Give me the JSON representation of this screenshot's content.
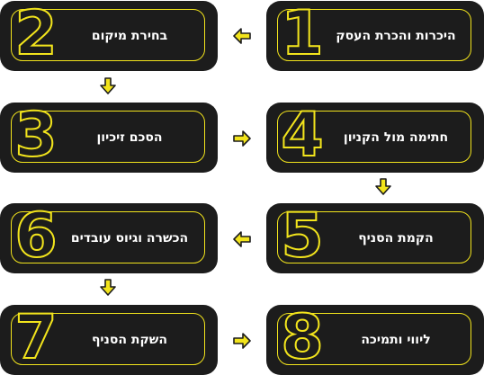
{
  "colors": {
    "card_bg": "#1c1c1c",
    "accent": "#f2e41c",
    "label": "#ffffff"
  },
  "steps": [
    {
      "number": "1",
      "label": "היכרות והכרת העסק"
    },
    {
      "number": "2",
      "label": "בחירת מיקום"
    },
    {
      "number": "3",
      "label": "הסכם זיכיון"
    },
    {
      "number": "4",
      "label": "חתימה מול הקניון"
    },
    {
      "number": "5",
      "label": "הקמת הסניף"
    },
    {
      "number": "6",
      "label": "הכשרה וגיוס עובדים"
    },
    {
      "number": "7",
      "label": "השקת הסניף"
    },
    {
      "number": "8",
      "label": "ליווי ותמיכה"
    }
  ],
  "arrows": [
    {
      "from": "1",
      "to": "2",
      "direction": "left"
    },
    {
      "from": "2",
      "to": "3",
      "direction": "down"
    },
    {
      "from": "3",
      "to": "4",
      "direction": "right"
    },
    {
      "from": "4",
      "to": "5",
      "direction": "down"
    },
    {
      "from": "5",
      "to": "6",
      "direction": "left"
    },
    {
      "from": "6",
      "to": "7",
      "direction": "down"
    },
    {
      "from": "7",
      "to": "8",
      "direction": "right"
    }
  ]
}
